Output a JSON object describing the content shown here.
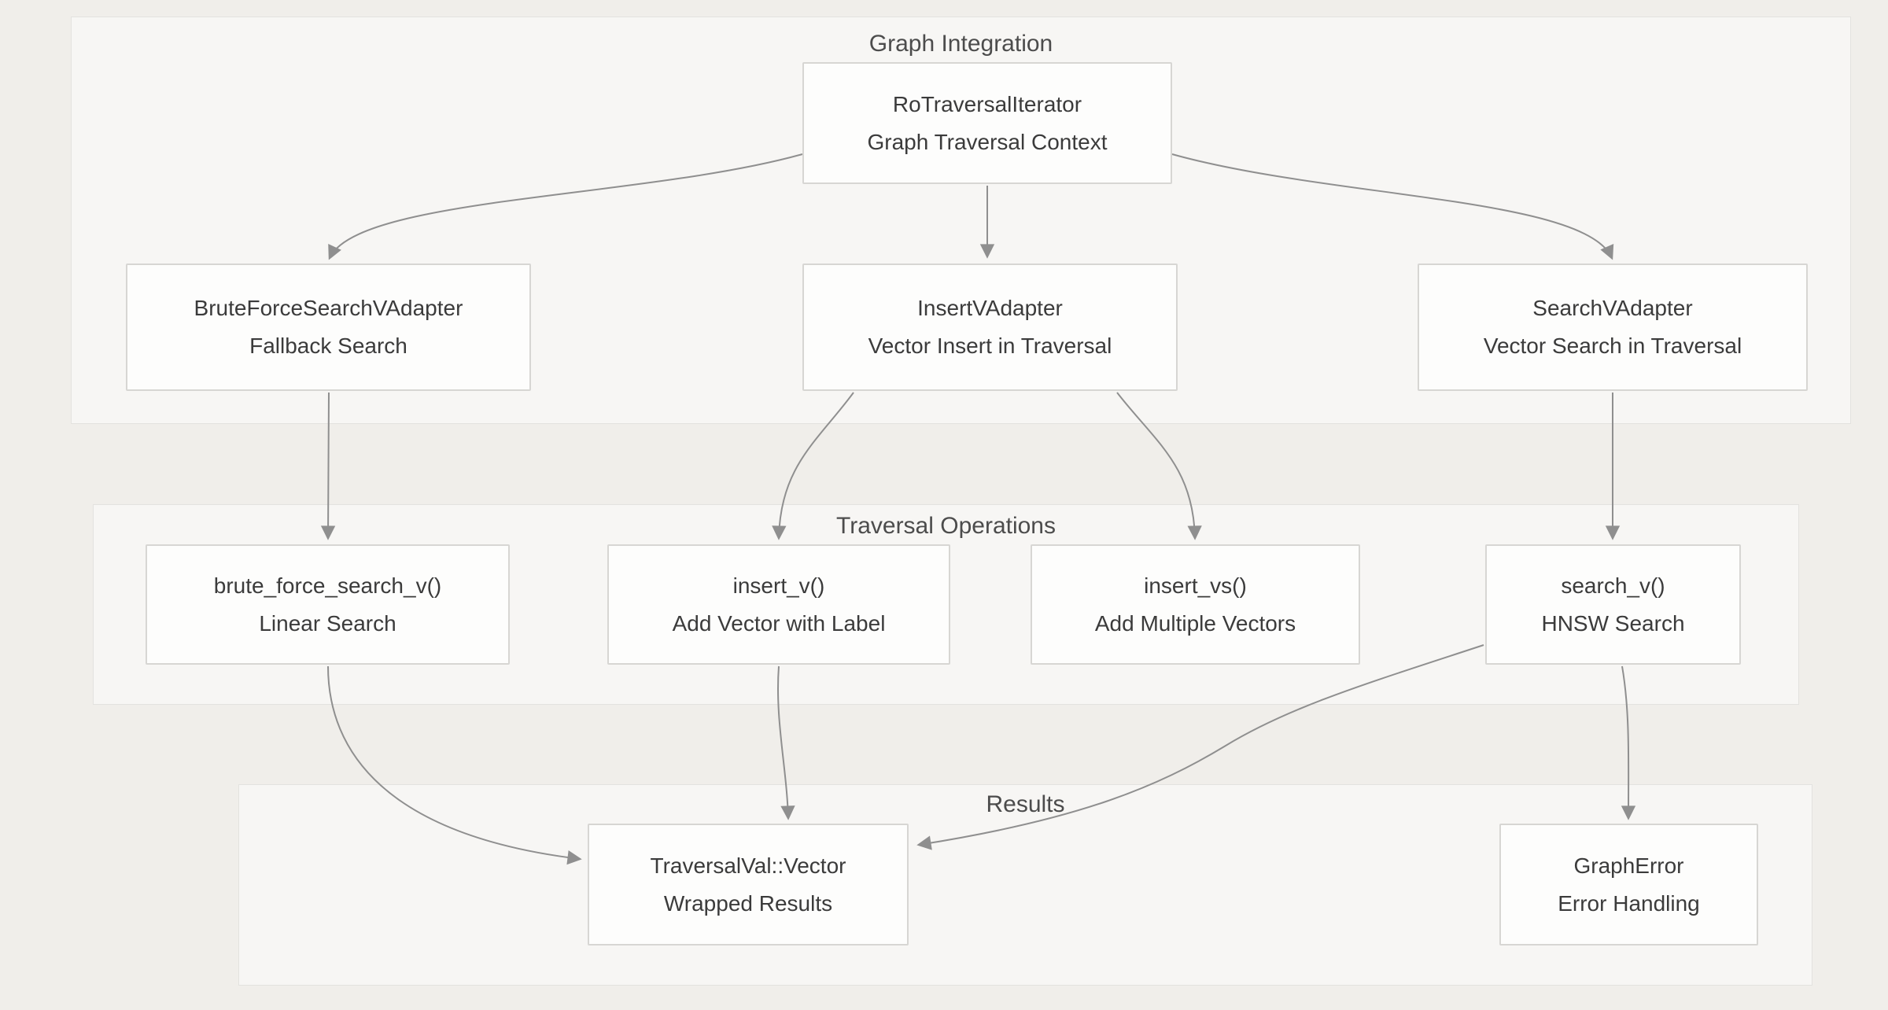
{
  "diagram": {
    "zones": {
      "graph_integration": {
        "title": "Graph Integration"
      },
      "traversal_operations": {
        "title": "Traversal Operations"
      },
      "results": {
        "title": "Results"
      }
    },
    "nodes": {
      "ro_traversal_iterator": {
        "title": "RoTraversalIterator",
        "subtitle": "Graph Traversal Context"
      },
      "brute_force_adapter": {
        "title": "BruteForceSearchVAdapter",
        "subtitle": "Fallback Search"
      },
      "insert_adapter": {
        "title": "InsertVAdapter",
        "subtitle": "Vector Insert in Traversal"
      },
      "search_adapter": {
        "title": "SearchVAdapter",
        "subtitle": "Vector Search in Traversal"
      },
      "brute_force_fn": {
        "title": "brute_force_search_v()",
        "subtitle": "Linear Search"
      },
      "insert_fn": {
        "title": "insert_v()",
        "subtitle": "Add Vector with Label"
      },
      "insert_vs_fn": {
        "title": "insert_vs()",
        "subtitle": "Add Multiple Vectors"
      },
      "search_fn": {
        "title": "search_v()",
        "subtitle": "HNSW Search"
      },
      "traversal_val": {
        "title": "TraversalVal::Vector",
        "subtitle": "Wrapped Results"
      },
      "graph_error": {
        "title": "GraphError",
        "subtitle": "Error Handling"
      }
    },
    "edges": [
      {
        "from": "RoTraversalIterator",
        "to": "BruteForceSearchVAdapter"
      },
      {
        "from": "RoTraversalIterator",
        "to": "InsertVAdapter"
      },
      {
        "from": "RoTraversalIterator",
        "to": "SearchVAdapter"
      },
      {
        "from": "BruteForceSearchVAdapter",
        "to": "brute_force_search_v()"
      },
      {
        "from": "InsertVAdapter",
        "to": "insert_v()"
      },
      {
        "from": "InsertVAdapter",
        "to": "insert_vs()"
      },
      {
        "from": "SearchVAdapter",
        "to": "search_v()"
      },
      {
        "from": "brute_force_search_v()",
        "to": "TraversalVal::Vector"
      },
      {
        "from": "insert_v()",
        "to": "TraversalVal::Vector"
      },
      {
        "from": "search_v()",
        "to": "TraversalVal::Vector"
      },
      {
        "from": "search_v()",
        "to": "GraphError"
      }
    ],
    "colors": {
      "page_bg": "#f0eeea",
      "zone_bg": "#f7f6f4",
      "zone_border": "#e3e2df",
      "node_bg": "#fdfdfc",
      "node_border": "#d7d6d3",
      "node_text": "#3b3b3b",
      "zone_title": "#4c4c4c",
      "edge": "#8f8f8f"
    }
  }
}
